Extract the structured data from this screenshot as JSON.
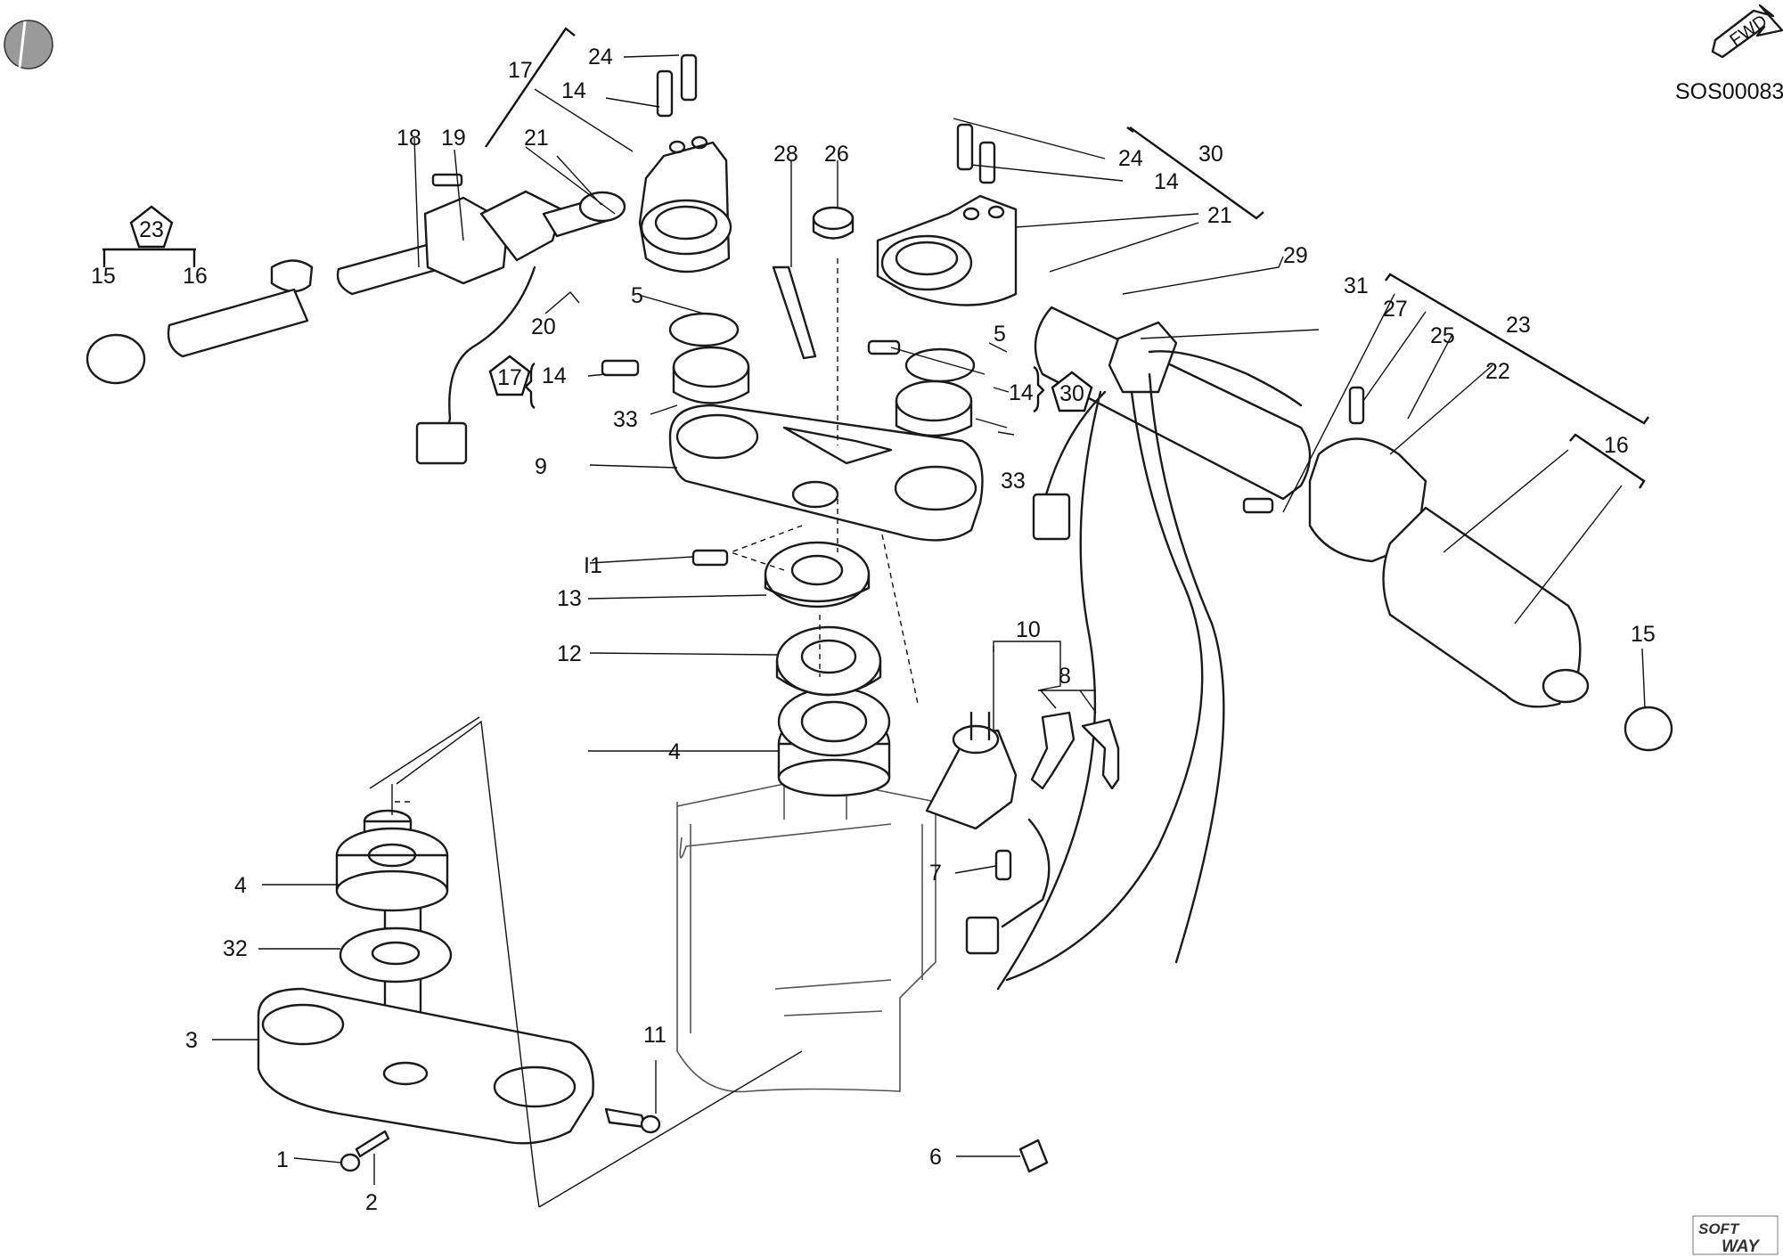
{
  "drawing_code": "SOS00083",
  "fwd_label": "FWD",
  "logo_text": {
    "line1": "SOFT",
    "line2": "WAY"
  },
  "part_labels": {
    "p1": "1",
    "p2": "2",
    "p3": "3",
    "p4a": "4",
    "p4b": "4",
    "p5a": "5",
    "p5b": "5",
    "p6": "6",
    "p7": "7",
    "p8": "8",
    "p9": "9",
    "p10": "10",
    "p11a": "11",
    "p11b": "I1",
    "p12": "12",
    "p13": "13",
    "p14a": "14",
    "p14b": "14",
    "p14c": "14",
    "p14d": "14",
    "p15a": "15",
    "p15b": "15",
    "p16a": "16",
    "p16b": "16",
    "p17": "17",
    "p18": "18",
    "p19": "19",
    "p20": "20",
    "p21a": "21",
    "p21b": "21",
    "p22": "22",
    "p23": "23",
    "p24a": "24",
    "p24b": "24",
    "p25": "25",
    "p26": "26",
    "p27": "27",
    "p28": "28",
    "p29": "29",
    "p30": "30",
    "p31": "31",
    "p32": "32",
    "p33a": "33",
    "p33b": "33"
  },
  "kit_badges": {
    "k23": "23",
    "k17": "17",
    "k30": "30"
  },
  "colors": {
    "line": "#1a1a1a",
    "background": "#ffffff"
  }
}
